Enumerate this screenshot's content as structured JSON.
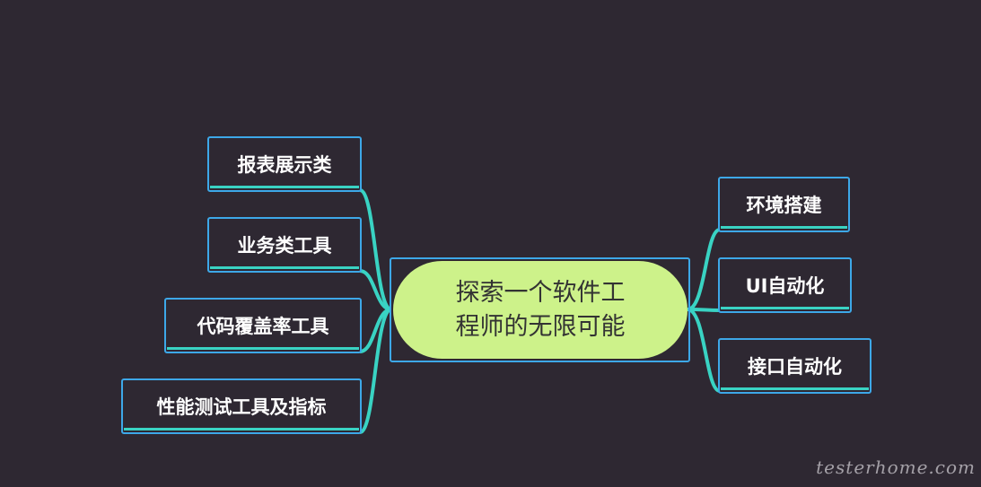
{
  "central_topic": {
    "line1": "探索一个软件工",
    "line2": "程师的无限可能"
  },
  "left_topics": [
    "报表展示类",
    "业务类工具",
    "代码覆盖率工具",
    "性能测试工具及指标"
  ],
  "right_topics": [
    "环境搭建",
    "UI自动化",
    "接口自动化"
  ],
  "watermark": "testerhome.com",
  "colors": {
    "background": "#2e2832",
    "topic_border": "#3da8e8",
    "connector": "#39d3c3",
    "central_fill": "#cdf28a",
    "text": "#ffffff"
  }
}
